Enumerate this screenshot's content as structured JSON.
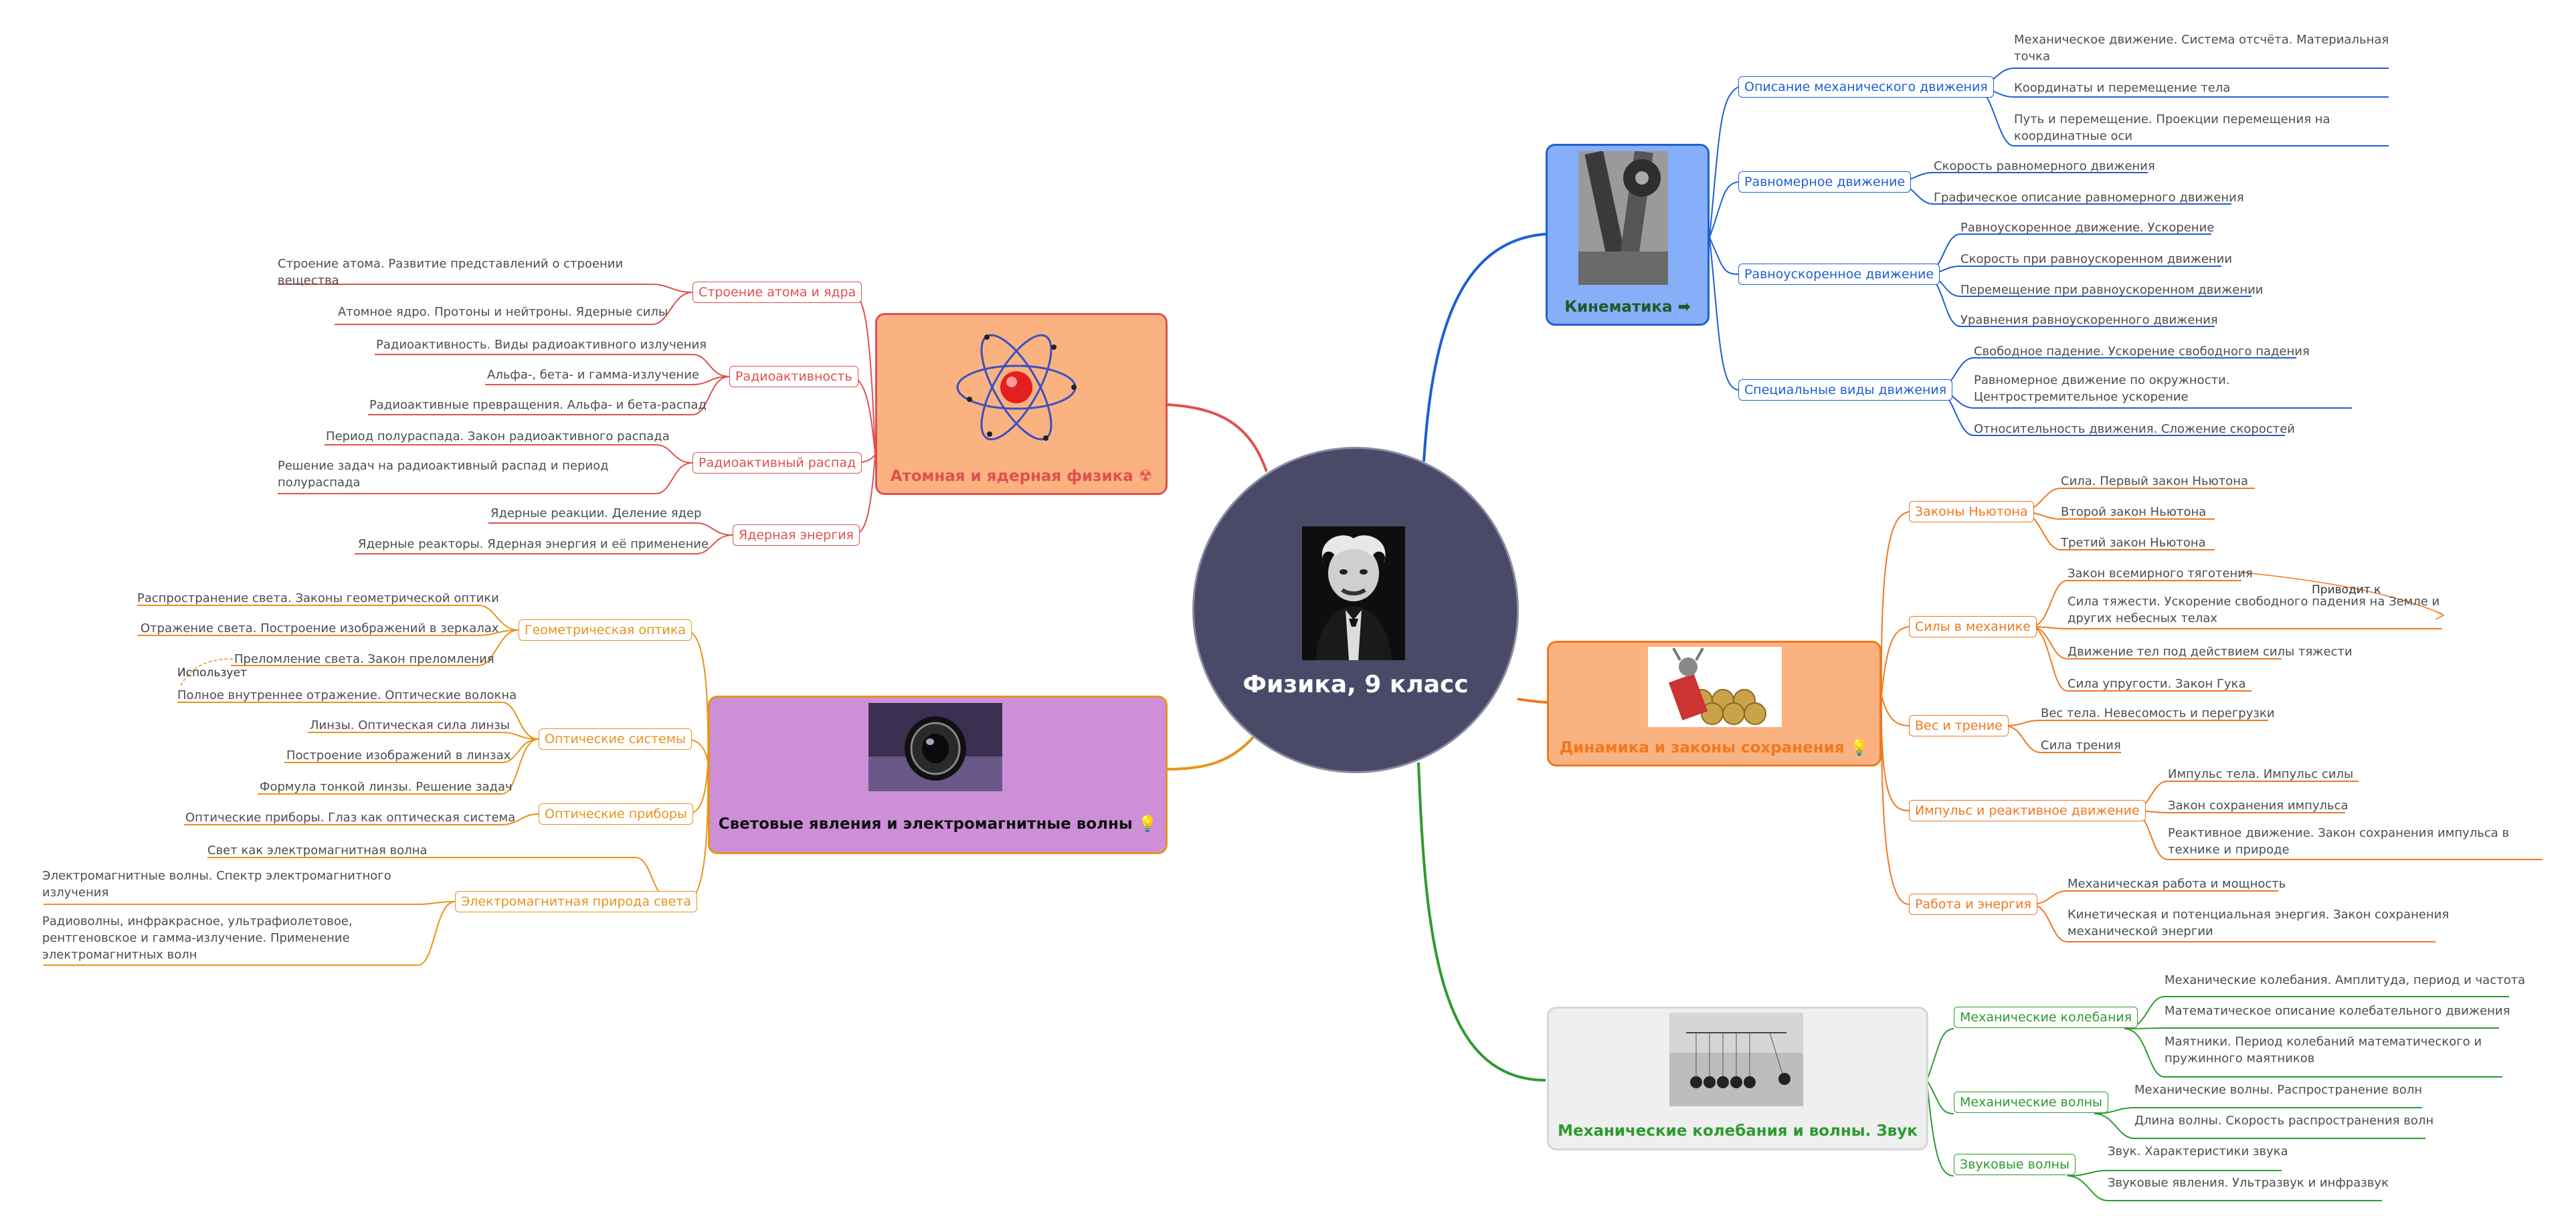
{
  "center": {
    "title": "Физика, 9 класс"
  },
  "colors": {
    "kin": "#1e5fd6",
    "dyn": "#f07820",
    "osc": "#2e9a2e",
    "atom": "#e05050",
    "light": "#e8931a"
  },
  "branches": {
    "kinematics": {
      "title": "Кинематика ➡",
      "subs": [
        {
          "label": "Описание механического движения",
          "leaves": [
            "Механическое движение. Система отсчёта. Материальная",
            "точка",
            "Координаты и перемещение тела",
            "Путь и перемещение. Проекции перемещения на",
            "координатные оси"
          ]
        },
        {
          "label": "Равномерное движение",
          "leaves": [
            "Скорость равномерного движения",
            "Графическое описание равномерного движения"
          ]
        },
        {
          "label": "Равноускоренное движение",
          "leaves": [
            "Равноускоренное движение. Ускорение",
            "Скорость при равноускоренном движении",
            "Перемещение при равноускоренном движении",
            "Уравнения равноускоренного движения"
          ]
        },
        {
          "label": "Специальные виды движения",
          "leaves": [
            "Свободное падение. Ускорение свободного падения",
            "Равномерное движение по окружности.",
            "Центростремительное ускорение",
            "Относительность движения. Сложение скоростей"
          ]
        }
      ]
    },
    "dynamics": {
      "title": "Динамика и законы сохранения 💡",
      "subs": [
        {
          "label": "Законы Ньютона",
          "leaves": [
            "Сила. Первый закон Ньютона",
            "Второй закон Ньютона",
            "Третий закон Ньютона"
          ]
        },
        {
          "label": "Силы в механике",
          "leaves": [
            "Закон всемирного тяготения",
            "Сила тяжести. Ускорение свободного падения на Земле и",
            "других небесных телах",
            "Движение тел под действием силы тяжести",
            "Сила упругости. Закон Гука"
          ]
        },
        {
          "label": "Вес и трение",
          "leaves": [
            "Вес тела. Невесомость и перегрузки",
            "Сила трения"
          ]
        },
        {
          "label": "Импульс и реактивное движение",
          "leaves": [
            "Импульс тела. Импульс силы",
            "Закон сохранения импульса",
            "Реактивное движение. Закон сохранения импульса в",
            "технике и природе"
          ]
        },
        {
          "label": "Работа и энергия",
          "leaves": [
            "Механическая работа и мощность",
            "Кинетическая и потенциальная энергия. Закон сохранения",
            "механической энергии"
          ]
        }
      ],
      "relation": "Приводит к"
    },
    "oscillations": {
      "title": "Механические колебания и волны. Звук",
      "subs": [
        {
          "label": "Механические колебания",
          "leaves": [
            "Механические колебания. Амплитуда, период и частота",
            "Математическое описание колебательного движения",
            "Маятники. Период колебаний математического и",
            "пружинного маятников"
          ]
        },
        {
          "label": "Механические волны",
          "leaves": [
            "Механические волны. Распространение волн",
            "Длина волны. Скорость распространения волн"
          ]
        },
        {
          "label": "Звуковые волны",
          "leaves": [
            "Звук. Характеристики звука",
            "Звуковые явления. Ультразвук и инфразвук"
          ]
        }
      ]
    },
    "atom": {
      "title": "Атомная и ядерная физика ☢",
      "subs": [
        {
          "label": "Строение атома и ядра",
          "leaves": [
            "Строение атома. Развитие представлений о строении",
            "вещества",
            "Атомное ядро. Протоны и нейтроны. Ядерные силы"
          ]
        },
        {
          "label": "Радиоактивность",
          "leaves": [
            "Радиоактивность. Виды радиоактивного излучения",
            "Альфа-, бета- и гамма-излучение",
            "Радиоактивные превращения. Альфа- и бета-распад"
          ]
        },
        {
          "label": "Радиоактивный распад",
          "leaves": [
            "Период полураспада. Закон радиоактивного распада",
            "Решение задач на радиоактивный распад и период",
            "полураспада"
          ]
        },
        {
          "label": "Ядерная энергия",
          "leaves": [
            "Ядерные реакции. Деление ядер",
            "Ядерные реакторы. Ядерная энергия и её применение"
          ]
        }
      ]
    },
    "light": {
      "title": "Световые явления и электромагнитные волны 💡",
      "subs": [
        {
          "label": "Геометрическая оптика",
          "leaves": [
            "Распространение света. Законы геометрической оптики",
            "Отражение света. Построение изображений в зеркалах",
            "Преломление света. Закон преломления"
          ]
        },
        {
          "label": "Оптические системы",
          "leaves": [
            "Полное внутреннее отражение. Оптические волокна",
            "Линзы. Оптическая сила линзы",
            "Построение изображений в линзах",
            "Формула тонкой линзы. Решение задач"
          ]
        },
        {
          "label": "Оптические приборы",
          "leaves": [
            "Оптические приборы. Глаз как оптическая система"
          ]
        },
        {
          "label": "Электромагнитная природа света",
          "leaves": [
            "Свет как электромагнитная волна",
            "Электромагнитные волны. Спектр электромагнитного",
            "излучения",
            "Радиоволны, инфракрасное, ультрафиолетовое,",
            "рентгеновское и гамма-излучение. Применение",
            "электромагнитных волн"
          ]
        }
      ],
      "relation": "Использует"
    }
  }
}
